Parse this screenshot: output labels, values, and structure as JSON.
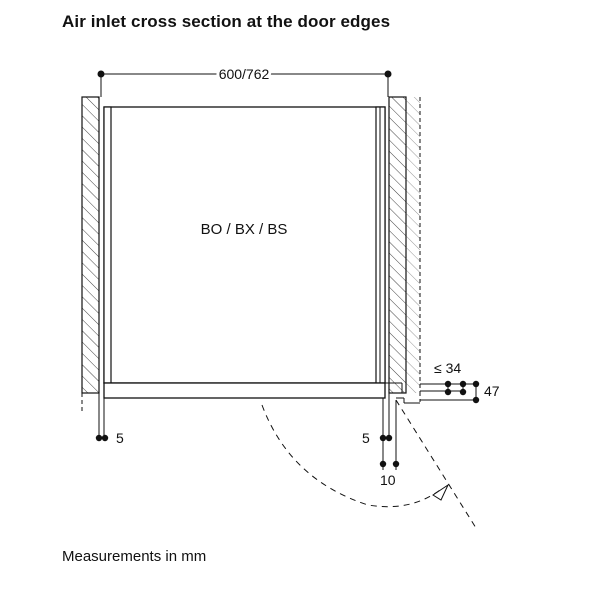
{
  "title": "Air inlet cross section at the door edges",
  "footer": "Measurements in mm",
  "diagram": {
    "appliance_label": "BO / BX / BS",
    "dimensions": {
      "width": "600/762",
      "left_gap": "5",
      "right_gap": "5",
      "door_offset": "10",
      "max_depth": "≤ 34",
      "depth": "47"
    }
  }
}
